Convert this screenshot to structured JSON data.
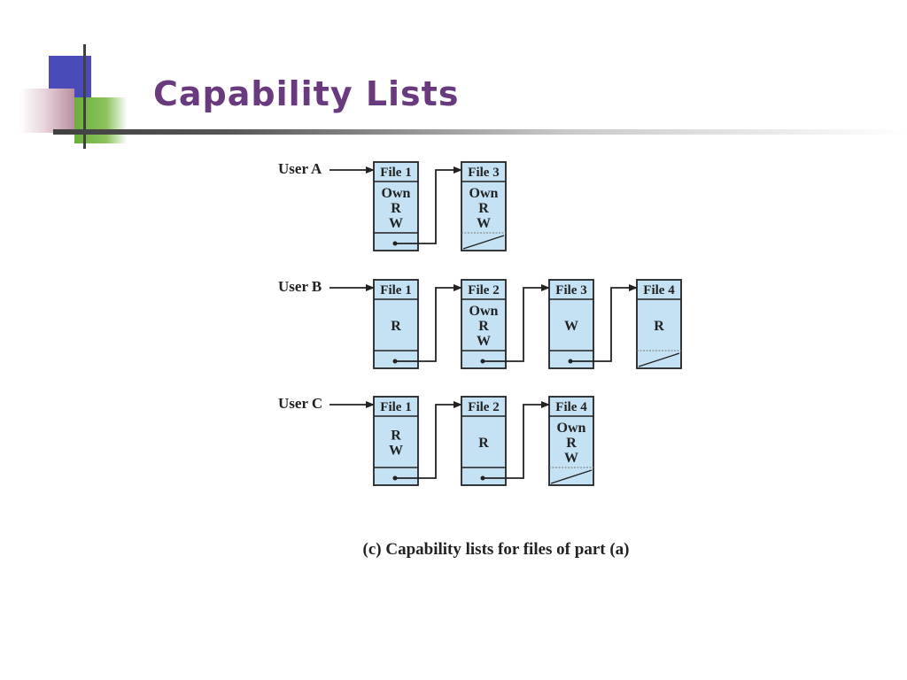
{
  "slide": {
    "title": "Capability Lists"
  },
  "diagram": {
    "users": [
      {
        "label": "User A",
        "files": [
          {
            "name": "File 1",
            "rights": [
              "Own",
              "R",
              "W"
            ]
          },
          {
            "name": "File 3",
            "rights": [
              "Own",
              "R",
              "W"
            ]
          }
        ]
      },
      {
        "label": "User B",
        "files": [
          {
            "name": "File 1",
            "rights": [
              "R"
            ]
          },
          {
            "name": "File 2",
            "rights": [
              "Own",
              "R",
              "W"
            ]
          },
          {
            "name": "File 3",
            "rights": [
              "W"
            ]
          },
          {
            "name": "File 4",
            "rights": [
              "R"
            ]
          }
        ]
      },
      {
        "label": "User C",
        "files": [
          {
            "name": "File 1",
            "rights": [
              "R",
              "W"
            ]
          },
          {
            "name": "File 2",
            "rights": [
              "R"
            ]
          },
          {
            "name": "File 4",
            "rights": [
              "Own",
              "R",
              "W"
            ]
          }
        ]
      }
    ],
    "caption": "(c) Capability lists for files of part (a)"
  },
  "colors": {
    "title": "#6a3a7e",
    "cell_fill": "#c4e2f4",
    "stroke": "#222222"
  }
}
